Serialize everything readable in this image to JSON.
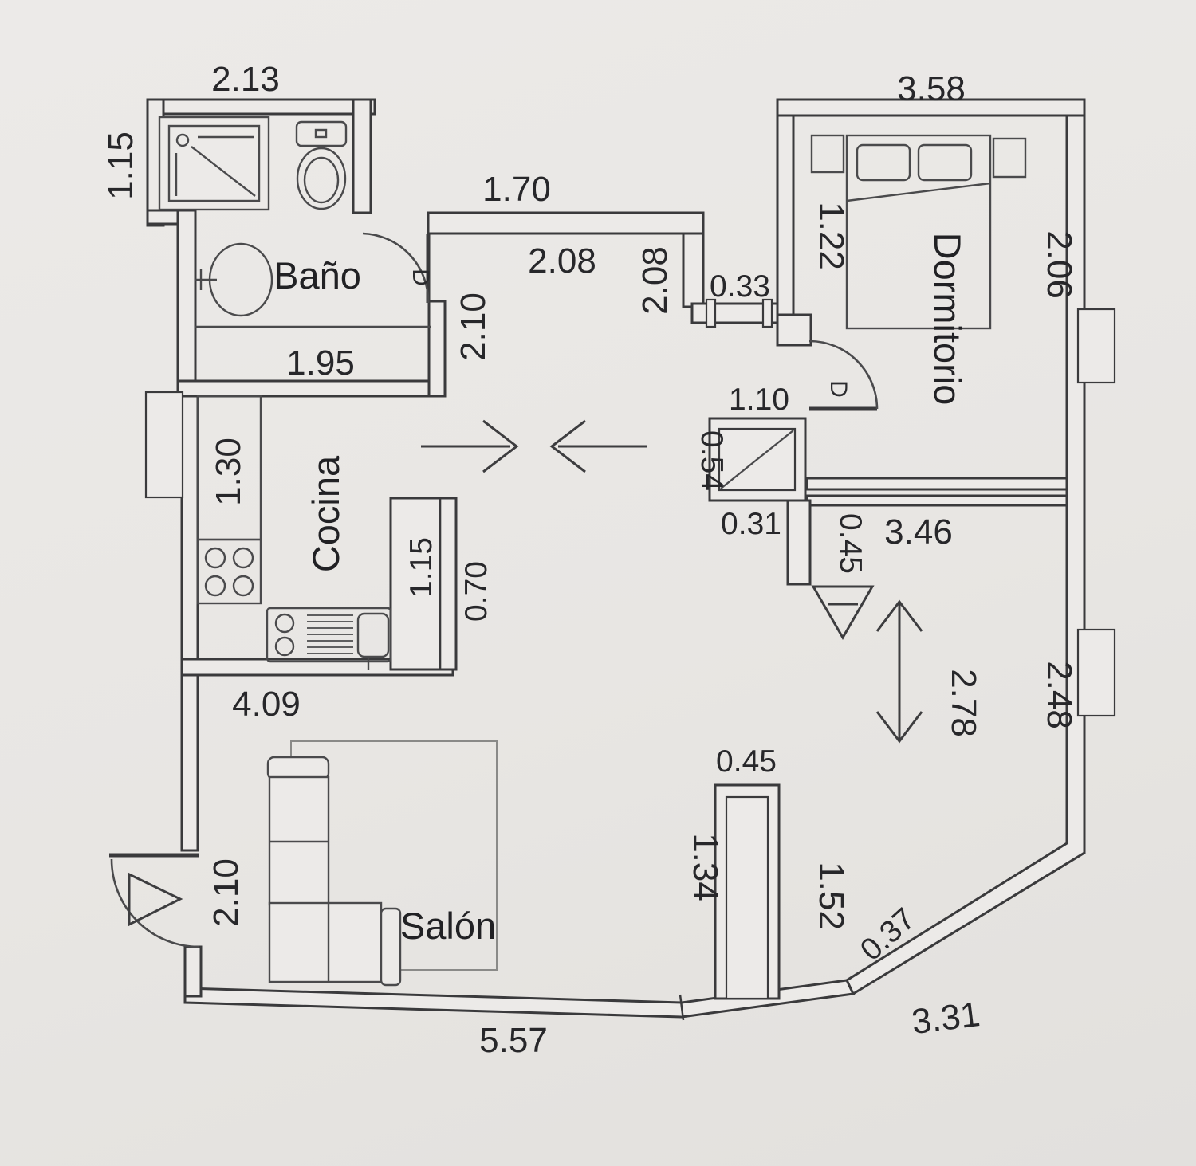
{
  "page": {
    "background": "#e8e6e3",
    "line_color": "#3a3a3c",
    "text_color": "#27272a",
    "type_label": "apartment-floor-plan"
  },
  "rooms": {
    "bathroom": "Baño",
    "kitchen": "Cocina",
    "bedroom": "Dormitorio",
    "living_room": "Salón"
  },
  "door_marker": {
    "bathroom": "D",
    "bedroom": "D"
  },
  "dimensions": {
    "bath_top_width": "2.13",
    "bath_left_height": "1.15",
    "hall_top_width": "1.70",
    "bedroom_top_width": "3.58",
    "hall_inner_width": "2.08",
    "hall_inner_height": "2.08",
    "wall_recess": "0.33",
    "bedroom_left": "1.22",
    "bedroom_right": "2.06",
    "bath_inner_width": "1.95",
    "bath_door_wall": "2.10",
    "kitchen_counter": "1.30",
    "shaft_width": "1.10",
    "shaft_height": "0.54",
    "shaft_offset": "0.31",
    "shaft_stub": "0.45",
    "bedroom_bottom": "3.46",
    "peninsula_length": "1.15",
    "peninsula_offset": "0.70",
    "living_height": "2.78",
    "right_wall": "2.48",
    "kitchen_bottom": "4.09",
    "entrance_wall": "2.10",
    "partition_width": "0.45",
    "partition_left": "1.34",
    "partition_right": "1.52",
    "bottom_wall": "5.57",
    "chamfer": "0.37",
    "bottom_right_wall": "3.31"
  }
}
